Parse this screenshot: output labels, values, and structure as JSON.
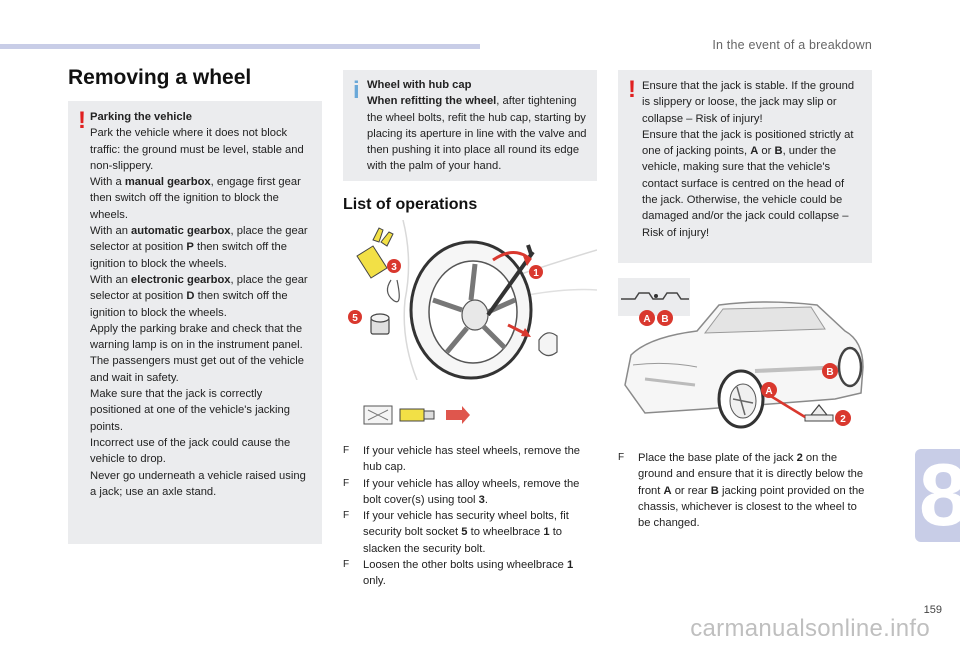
{
  "header": {
    "section": "In the event of a breakdown"
  },
  "chapter": {
    "number": "8"
  },
  "page": {
    "number": "159"
  },
  "watermark": {
    "text": "carmanualsonline.info"
  },
  "title": "Removing a wheel",
  "parking": {
    "heading": "Parking the vehicle",
    "p1": "Park the vehicle where it does not block traffic: the ground must be level, stable and non-slippery.",
    "manual_pre": "With a ",
    "manual_bold": "manual gearbox",
    "manual_post": ", engage first gear then switch off the ignition to block the wheels.",
    "auto_pre": "With an ",
    "auto_bold": "automatic gearbox",
    "auto_mid": ", place the gear selector at position ",
    "auto_pos": "P",
    "auto_post": " then switch off the ignition to block the wheels.",
    "elec_pre": "With an ",
    "elec_bold": "electronic gearbox",
    "elec_mid": ", place the gear selector at position ",
    "elec_pos": "D",
    "elec_post": " then switch off the ignition to block the wheels.",
    "p5": "Apply the parking brake and check that the warning lamp is on in the instrument panel.",
    "p6": "The passengers must get out of the vehicle and wait in safety.",
    "p7": "Make sure that the jack is correctly positioned at one of the vehicle's jacking points.",
    "p8": "Incorrect use of the jack could cause the vehicle to drop.",
    "p9": "Never go underneath a vehicle raised using a jack; use an axle stand."
  },
  "hubcap": {
    "heading": "Wheel with hub cap",
    "sub_bold": "When refitting the wheel",
    "text": ", after tightening the wheel bolts, refit the hub cap, starting by placing its aperture in line with the valve and then pushing it into place all round its edge with the palm of your hand."
  },
  "jack_warning": {
    "p1": "Ensure that the jack is stable. If the ground is slippery or loose, the jack may slip or collapse – Risk of injury!",
    "p2_pre": "Ensure that the jack is positioned strictly at one of jacking points, ",
    "p2_a": "A",
    "p2_or": " or ",
    "p2_b": "B",
    "p2_post": ", under the vehicle, making sure that the vehicle's contact surface is centred on the head of the jack. Otherwise, the vehicle could be damaged and/or the jack could collapse – Risk of injury!"
  },
  "operations": {
    "heading": "List of operations",
    "bullet": "F",
    "items": [
      {
        "pre": "If your vehicle has steel wheels, remove the hub cap.",
        "bold": "",
        "post": ""
      },
      {
        "pre": "If your vehicle has alloy wheels, remove the bolt cover(s) using tool ",
        "bold": "3",
        "post": "."
      },
      {
        "pre": "If your vehicle has security wheel bolts, fit security bolt socket ",
        "bold": "5",
        "mid": " to wheelbrace ",
        "bold2": "1",
        "post": " to slacken the security bolt."
      },
      {
        "pre": "Loosen the other bolts using wheelbrace ",
        "bold": "1",
        "post": " only."
      }
    ]
  },
  "jack_step": {
    "pre": "Place the base plate of the jack ",
    "b1": "2",
    "mid1": " on the ground and ensure that it is directly below the front ",
    "b2": "A",
    "mid2": " or rear ",
    "b3": "B",
    "post": " jacking point provided on the chassis, whichever is closest to the wheel to be changed."
  },
  "labels": {
    "one": "1",
    "two": "2",
    "three": "3",
    "five": "5",
    "a": "A",
    "b": "B"
  },
  "colors": {
    "accent_red": "#d9382e",
    "warning_red": "#e02020",
    "info_blue": "#6aa8d8",
    "tab_lavender": "#c8cde7",
    "box_gray": "#ebecee",
    "tool_yellow": "#f2e046"
  }
}
